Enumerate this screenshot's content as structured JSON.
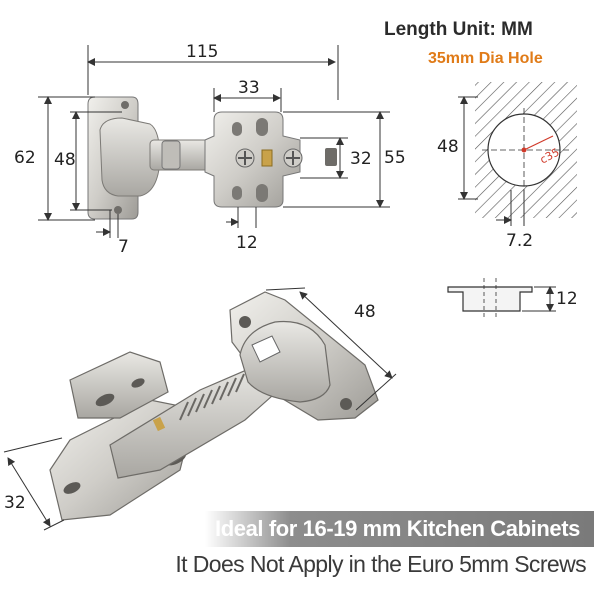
{
  "header": {
    "length_unit": "Length Unit: MM",
    "hole": "35mm Dia Hole"
  },
  "dimensions": {
    "total_length": "115",
    "plate_width": "33",
    "cup_height_outer": "62",
    "cup_height_inner": "48",
    "plate_height": "32",
    "overall_height": "55",
    "cup_offset": "7",
    "plate_offset": "12",
    "hole_spacing": "48",
    "hole_edge_distance": "7.2",
    "hole_label": "c35",
    "cup_depth": "12",
    "iso_arm_length": "48",
    "iso_plate_height": "32"
  },
  "banner": {
    "line1": "Ideal for 16-19 mm Kitchen Cabinets",
    "line2": "It Does Not Apply in the Euro 5mm Screws"
  },
  "colors": {
    "metal": "#d5d4d0",
    "metal_dark": "#8e8c88",
    "hole_accent": "#e07b18",
    "banner_bg": "#7d7d7d"
  }
}
